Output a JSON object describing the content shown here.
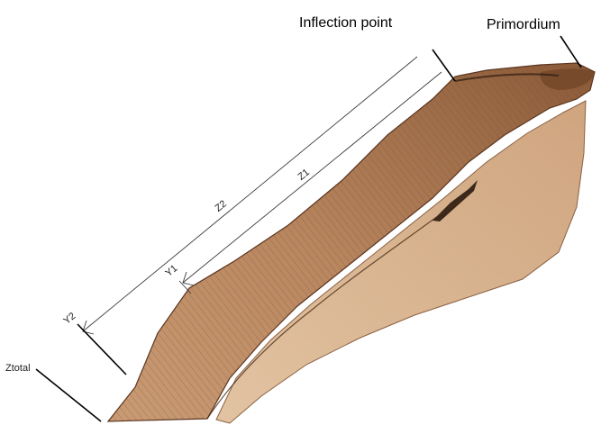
{
  "labels": {
    "inflection_point": "Inflection point",
    "primordium": "Primordium",
    "z1": "Z1",
    "z2": "Z2",
    "y1": "Y1",
    "y2": "Y2",
    "ztotal": "Ztotal"
  },
  "colors": {
    "background": "#ffffff",
    "tissue_light": "#d9b48f",
    "tissue_mid": "#b88560",
    "tissue_dark": "#6e4325",
    "line": "#3a3a3a"
  }
}
